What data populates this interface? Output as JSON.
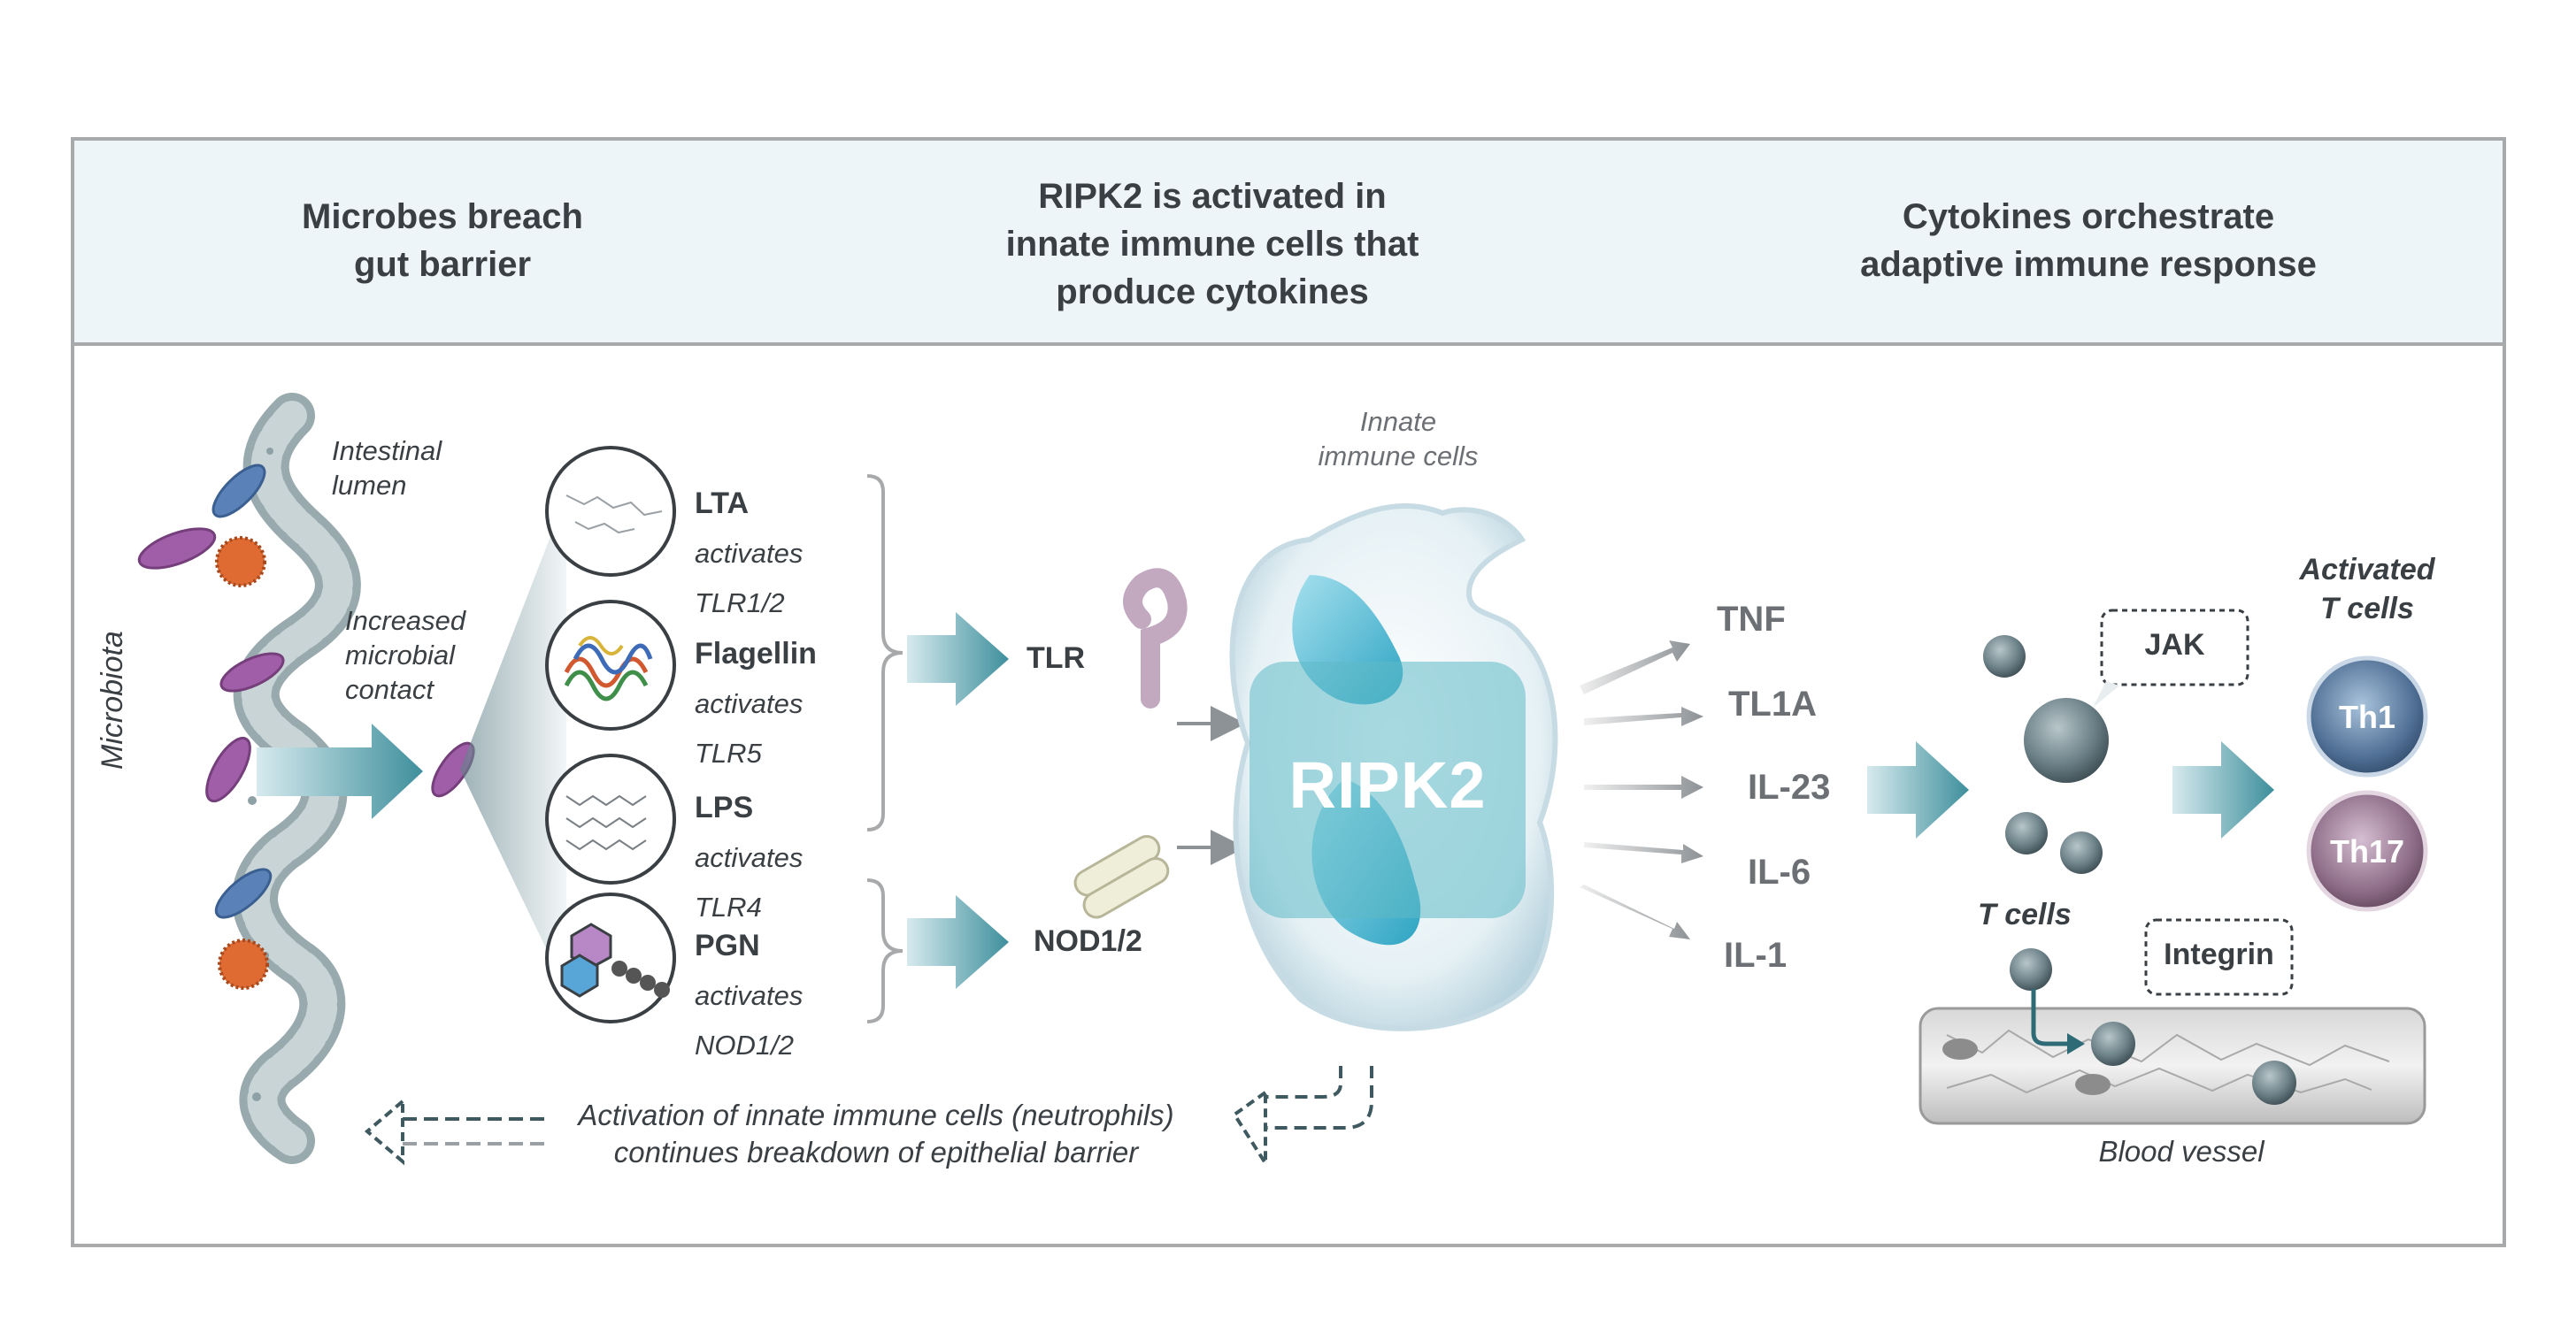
{
  "headers": {
    "microbes": "Microbes breach\ngut barrier",
    "ripk2": "RIPK2 is activated in\ninnate immune cells that\nproduce cytokines",
    "cytokines": "Cytokines orchestrate\nadaptive immune response"
  },
  "gut": {
    "lumen_label": "Intestinal\nlumen",
    "contact_label": "Increased\nmicrobial\ncontact",
    "microbiota_label": "Microbiota"
  },
  "ligands": [
    {
      "name": "LTA",
      "line1": "activates",
      "line2": "TLR1/2"
    },
    {
      "name": "Flagellin",
      "line1": "activates",
      "line2": "TLR5"
    },
    {
      "name": "LPS",
      "line1": "activates",
      "line2": "TLR4"
    },
    {
      "name": "PGN",
      "line1": "activates",
      "line2": "NOD1/2"
    }
  ],
  "receptors": {
    "tlr": "TLR",
    "nod": "NOD1/2"
  },
  "innate": {
    "label": "Innate\nimmune cells",
    "ripk2": "RIPK2"
  },
  "cytokines": [
    "TNF",
    "TL1A",
    "IL-23",
    "IL-6",
    "IL-1"
  ],
  "adaptive": {
    "jak": "JAK",
    "integrin": "Integrin",
    "t_cells": "T cells",
    "activated": "Activated\nT cells",
    "th1": "Th1",
    "th17": "Th17",
    "blood_vessel": "Blood vessel"
  },
  "feedback": "Activation of innate immune cells (neutrophils)\ncontinues breakdown of epithelial barrier",
  "colors": {
    "teal": "#3e8f9c",
    "frame": "#a7a9ab",
    "header_bg": "#edf5f8",
    "text": "#3a3f44",
    "cytokine_text": "#6c7075",
    "th17": "#8c6b86",
    "th1": "#4f6f94"
  }
}
